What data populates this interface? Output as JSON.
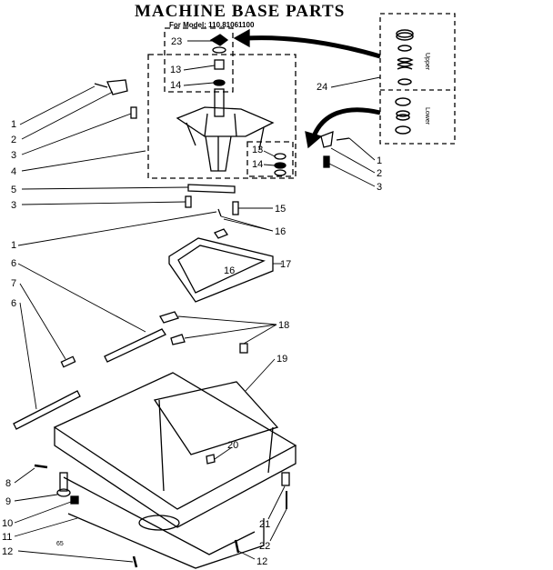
{
  "title": "MACHINE BASE PARTS",
  "subtitle": "For Model: 110.81061100",
  "inset": {
    "upper": "Upper",
    "lower": "Lower"
  },
  "page_number": "65",
  "callouts": [
    {
      "id": "c23",
      "label": "23"
    },
    {
      "id": "c13a",
      "label": "13"
    },
    {
      "id": "c14a",
      "label": "14"
    },
    {
      "id": "c24",
      "label": "24"
    },
    {
      "id": "c1a",
      "label": "1"
    },
    {
      "id": "c2a",
      "label": "2"
    },
    {
      "id": "c3a",
      "label": "3"
    },
    {
      "id": "c4",
      "label": "4"
    },
    {
      "id": "c13b",
      "label": "13"
    },
    {
      "id": "c14b",
      "label": "14"
    },
    {
      "id": "c1b",
      "label": "1"
    },
    {
      "id": "c2b",
      "label": "2"
    },
    {
      "id": "c3b",
      "label": "3"
    },
    {
      "id": "c5",
      "label": "5"
    },
    {
      "id": "c3c",
      "label": "3"
    },
    {
      "id": "c15",
      "label": "15"
    },
    {
      "id": "c16a",
      "label": "16"
    },
    {
      "id": "c1c",
      "label": "1"
    },
    {
      "id": "c17",
      "label": "17"
    },
    {
      "id": "c16b",
      "label": "16"
    },
    {
      "id": "c6a",
      "label": "6"
    },
    {
      "id": "c7",
      "label": "7"
    },
    {
      "id": "c6b",
      "label": "6"
    },
    {
      "id": "c18",
      "label": "18"
    },
    {
      "id": "c19",
      "label": "19"
    },
    {
      "id": "c20",
      "label": "20"
    },
    {
      "id": "c8",
      "label": "8"
    },
    {
      "id": "c9",
      "label": "9"
    },
    {
      "id": "c10",
      "label": "10"
    },
    {
      "id": "c11",
      "label": "11"
    },
    {
      "id": "c21",
      "label": "21"
    },
    {
      "id": "c22",
      "label": "22"
    },
    {
      "id": "c12a",
      "label": "12"
    },
    {
      "id": "c12b",
      "label": "12"
    }
  ]
}
